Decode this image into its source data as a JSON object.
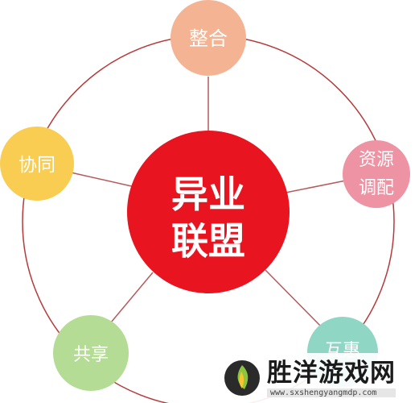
{
  "diagram": {
    "center": {
      "lines": [
        "异业",
        "联盟"
      ]
    },
    "nodes": [
      {
        "label_lines": [
          "整合"
        ]
      },
      {
        "label_lines": [
          "资源",
          "调配"
        ]
      },
      {
        "label_lines": [
          "互惠"
        ]
      },
      {
        "label_lines": [
          "共享"
        ]
      },
      {
        "label_lines": [
          "协同"
        ]
      }
    ]
  },
  "watermark": {
    "title": "胜洋游戏网",
    "url": "www.sxshengyangmdp.com"
  },
  "colors": {
    "center": "#e8141f",
    "node_top": "#f4b393",
    "node_right": "#ee93a3",
    "node_bottom_right": "#8fd6c4",
    "node_bottom_left": "#b4dc94",
    "node_left": "#f8cd52",
    "ring": "#b63a3a",
    "spoke": "#b55a5a"
  }
}
